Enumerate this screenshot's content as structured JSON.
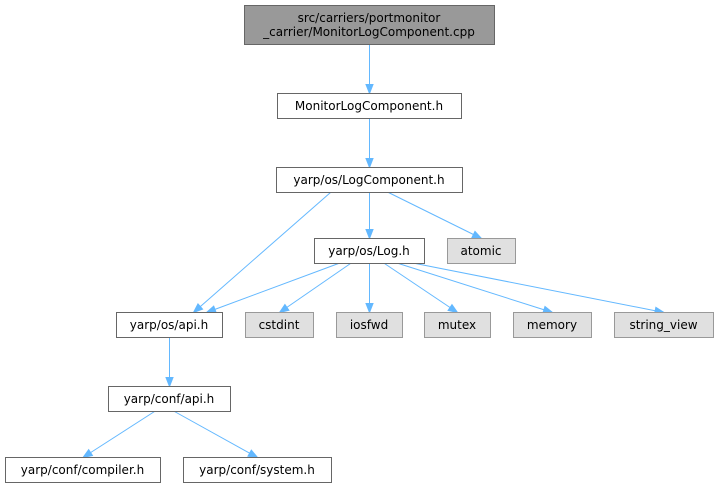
{
  "graph": {
    "nodes": [
      {
        "id": "main",
        "kind": "main",
        "lines": [
          "src/carriers/portmonitor",
          "_carrier/MonitorLogComponent.cpp"
        ]
      },
      {
        "id": "mlc",
        "kind": "file",
        "lines": [
          "MonitorLogComponent.h"
        ]
      },
      {
        "id": "logcomp",
        "kind": "file",
        "lines": [
          "yarp/os/LogComponent.h"
        ]
      },
      {
        "id": "log",
        "kind": "file",
        "lines": [
          "yarp/os/Log.h"
        ]
      },
      {
        "id": "atomic",
        "kind": "ext",
        "lines": [
          "atomic"
        ]
      },
      {
        "id": "osapi",
        "kind": "file",
        "lines": [
          "yarp/os/api.h"
        ]
      },
      {
        "id": "cstdint",
        "kind": "ext",
        "lines": [
          "cstdint"
        ]
      },
      {
        "id": "iosfwd",
        "kind": "ext",
        "lines": [
          "iosfwd"
        ]
      },
      {
        "id": "mutex",
        "kind": "ext",
        "lines": [
          "mutex"
        ]
      },
      {
        "id": "memory",
        "kind": "ext",
        "lines": [
          "memory"
        ]
      },
      {
        "id": "string_view",
        "kind": "ext",
        "lines": [
          "string_view"
        ]
      },
      {
        "id": "confapi",
        "kind": "file",
        "lines": [
          "yarp/conf/api.h"
        ]
      },
      {
        "id": "compiler",
        "kind": "file",
        "lines": [
          "yarp/conf/compiler.h"
        ]
      },
      {
        "id": "system",
        "kind": "file",
        "lines": [
          "yarp/conf/system.h"
        ]
      }
    ],
    "edges": [
      {
        "from": "main",
        "to": "mlc"
      },
      {
        "from": "mlc",
        "to": "logcomp"
      },
      {
        "from": "logcomp",
        "to": "osapi"
      },
      {
        "from": "logcomp",
        "to": "log"
      },
      {
        "from": "logcomp",
        "to": "atomic"
      },
      {
        "from": "log",
        "to": "osapi"
      },
      {
        "from": "log",
        "to": "cstdint"
      },
      {
        "from": "log",
        "to": "iosfwd"
      },
      {
        "from": "log",
        "to": "mutex"
      },
      {
        "from": "log",
        "to": "memory"
      },
      {
        "from": "log",
        "to": "string_view"
      },
      {
        "from": "osapi",
        "to": "confapi"
      },
      {
        "from": "confapi",
        "to": "compiler"
      },
      {
        "from": "confapi",
        "to": "system"
      }
    ]
  }
}
